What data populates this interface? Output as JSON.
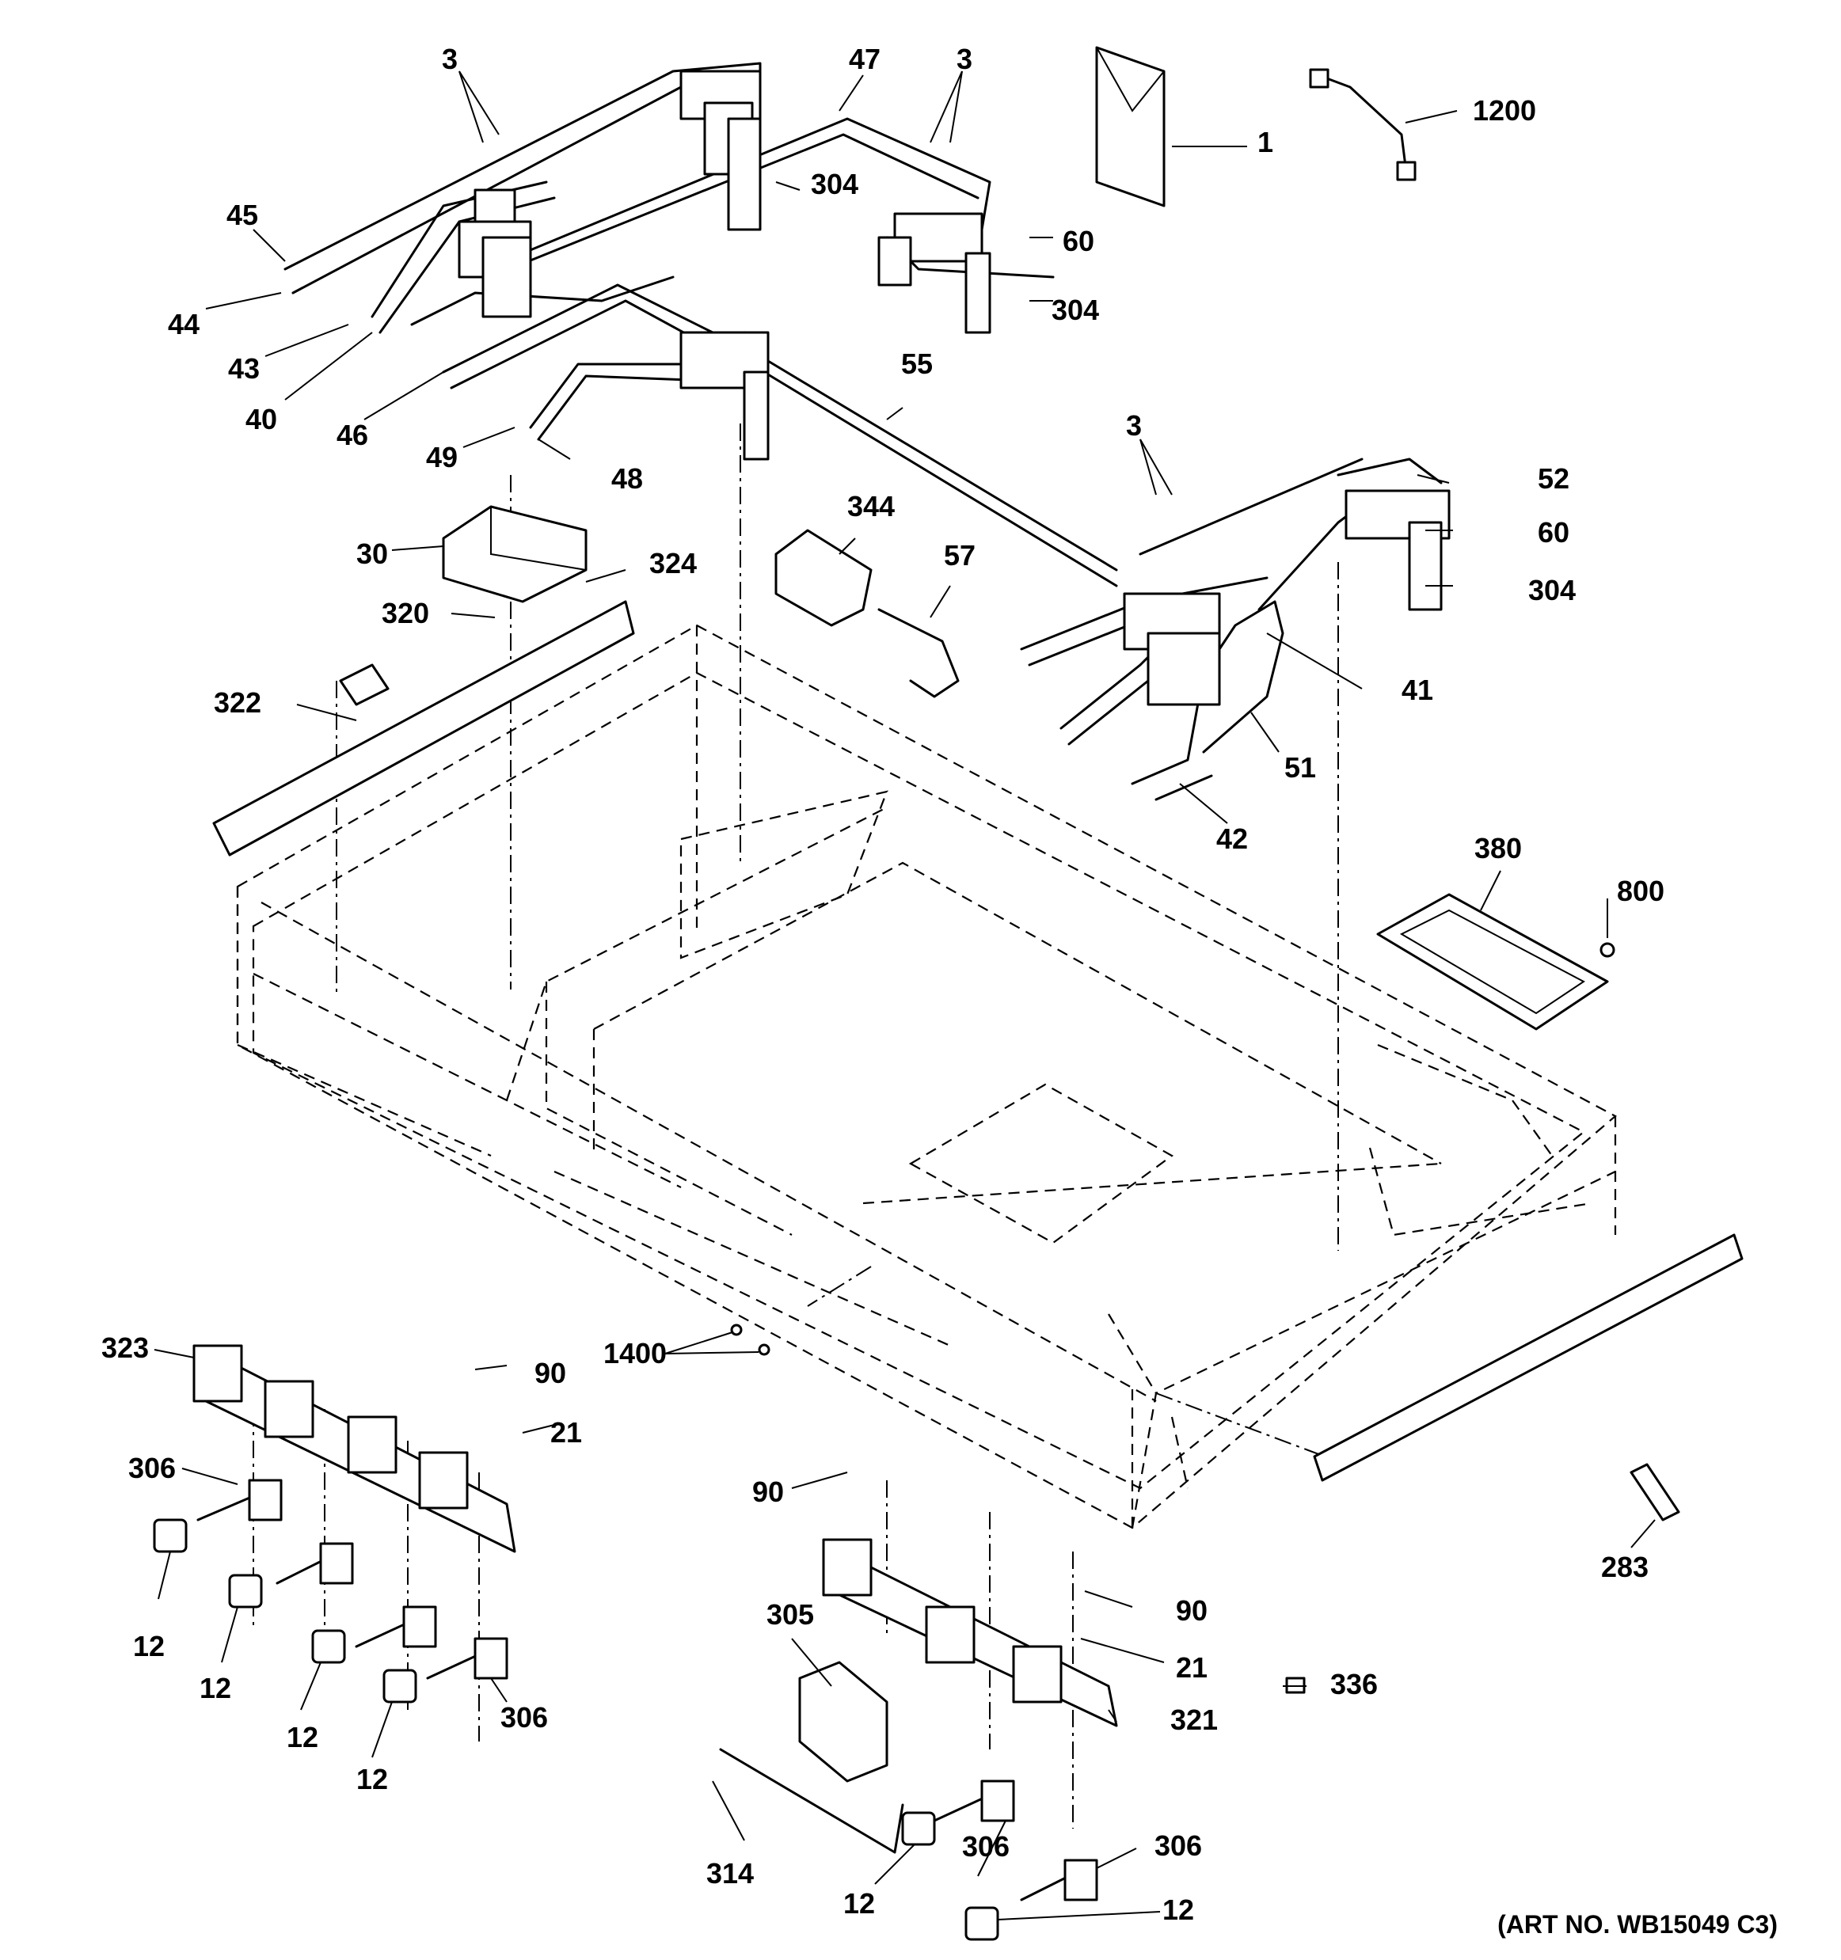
{
  "art_number": "(ART NO. WB15049 C3)",
  "callouts": [
    {
      "id": "c3a",
      "text": "3"
    },
    {
      "id": "c3b",
      "text": "3"
    },
    {
      "id": "c3c",
      "text": "3"
    },
    {
      "id": "c47",
      "text": "47"
    },
    {
      "id": "c1",
      "text": "1"
    },
    {
      "id": "c1200",
      "text": "1200"
    },
    {
      "id": "c45",
      "text": "45"
    },
    {
      "id": "c44",
      "text": "44"
    },
    {
      "id": "c43",
      "text": "43"
    },
    {
      "id": "c40",
      "text": "40"
    },
    {
      "id": "c46",
      "text": "46"
    },
    {
      "id": "c49",
      "text": "49"
    },
    {
      "id": "c48",
      "text": "48"
    },
    {
      "id": "c304a",
      "text": "304"
    },
    {
      "id": "c60a",
      "text": "60"
    },
    {
      "id": "c304b",
      "text": "304"
    },
    {
      "id": "c55",
      "text": "55"
    },
    {
      "id": "c52",
      "text": "52"
    },
    {
      "id": "c60b",
      "text": "60"
    },
    {
      "id": "c304c",
      "text": "304"
    },
    {
      "id": "c344",
      "text": "344"
    },
    {
      "id": "c57",
      "text": "57"
    },
    {
      "id": "c30",
      "text": "30"
    },
    {
      "id": "c324",
      "text": "324"
    },
    {
      "id": "c320",
      "text": "320"
    },
    {
      "id": "c322",
      "text": "322"
    },
    {
      "id": "c41",
      "text": "41"
    },
    {
      "id": "c51",
      "text": "51"
    },
    {
      "id": "c42",
      "text": "42"
    },
    {
      "id": "c380",
      "text": "380"
    },
    {
      "id": "c800",
      "text": "800"
    },
    {
      "id": "c323",
      "text": "323"
    },
    {
      "id": "c90a",
      "text": "90"
    },
    {
      "id": "c21a",
      "text": "21"
    },
    {
      "id": "c1400",
      "text": "1400"
    },
    {
      "id": "c306a",
      "text": "306"
    },
    {
      "id": "c12a",
      "text": "12"
    },
    {
      "id": "c12b",
      "text": "12"
    },
    {
      "id": "c12c",
      "text": "12"
    },
    {
      "id": "c12d",
      "text": "12"
    },
    {
      "id": "c306b",
      "text": "306"
    },
    {
      "id": "c90b",
      "text": "90"
    },
    {
      "id": "c90c",
      "text": "90"
    },
    {
      "id": "c21b",
      "text": "21"
    },
    {
      "id": "c305",
      "text": "305"
    },
    {
      "id": "c321",
      "text": "321"
    },
    {
      "id": "c336",
      "text": "336"
    },
    {
      "id": "c283",
      "text": "283"
    },
    {
      "id": "c314",
      "text": "314"
    },
    {
      "id": "c12e",
      "text": "12"
    },
    {
      "id": "c306c",
      "text": "306"
    },
    {
      "id": "c306d",
      "text": "306"
    },
    {
      "id": "c12f",
      "text": "12"
    }
  ]
}
